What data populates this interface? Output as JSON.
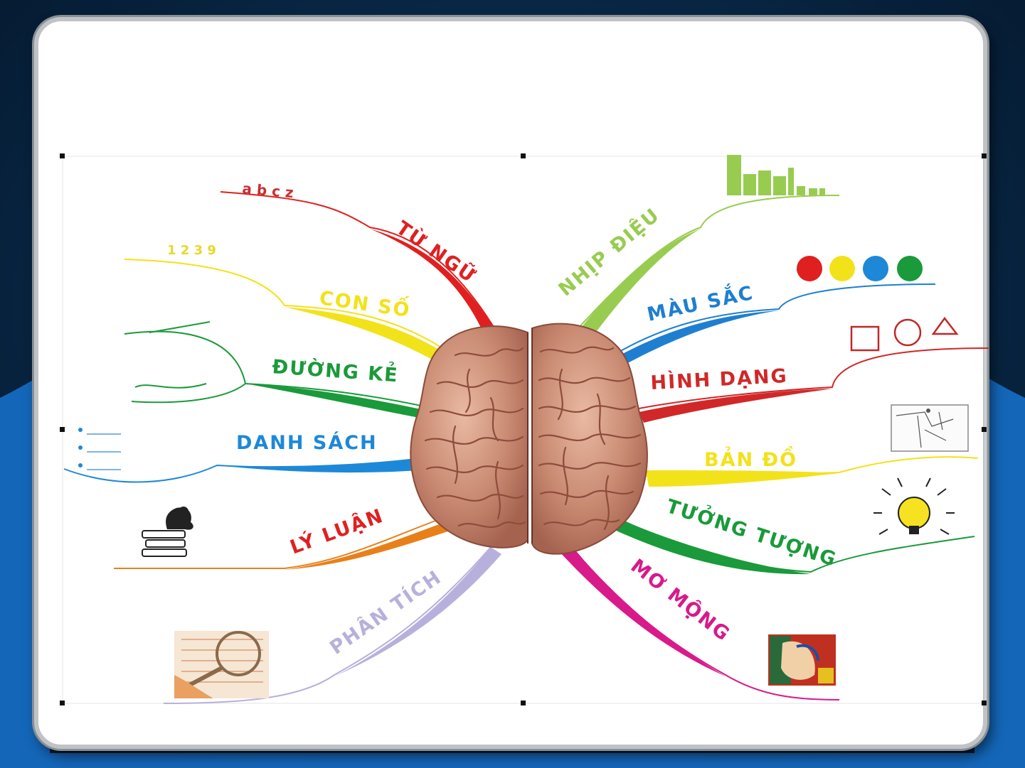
{
  "diagram": {
    "colors": {
      "background_dark": "#0a2a48",
      "background_blue": "#1466b8",
      "card": "#ffffff"
    },
    "left_branches": [
      {
        "id": "tu-ngu",
        "label": "TỪ NGỮ",
        "color": "#e02020",
        "icon": "abc-text",
        "icon_text": "a b c z"
      },
      {
        "id": "con-so",
        "label": "CON SỐ",
        "color": "#f2e21a",
        "icon": "number-text",
        "icon_text": "1 2 3 9"
      },
      {
        "id": "duong-ke",
        "label": "ĐƯỜNG KẺ",
        "color": "#1a9a3a",
        "icon": "wavy-lines-icon"
      },
      {
        "id": "danh-sach",
        "label": "DANH SÁCH",
        "color": "#1e88d8",
        "icon": "bullet-list-icon"
      },
      {
        "id": "ly-luan",
        "label": "LÝ LUẬN",
        "color": "#e8801a",
        "icon": "thinker-books-icon"
      },
      {
        "id": "phan-tich",
        "label": "PHÂN TÍCH",
        "color": "#b8b0dc",
        "icon": "magnifier-icon"
      }
    ],
    "right_branches": [
      {
        "id": "nhip-dieu",
        "label": "NHỊP ĐIỆU",
        "color": "#98cc50",
        "icon": "bar-chart-icon"
      },
      {
        "id": "mau-sac",
        "label": "MÀU SẮC",
        "color": "#1e7fd0",
        "icon": "color-dots-icon"
      },
      {
        "id": "hinh-dang",
        "label": "HÌNH DẠNG",
        "color": "#d02828",
        "icon": "shapes-icon"
      },
      {
        "id": "ban-do",
        "label": "BẢN ĐỒ",
        "color": "#f2e21a",
        "icon": "map-icon"
      },
      {
        "id": "tuong-tuong",
        "label": "TƯỞNG TƯỢNG",
        "color": "#1a9a3a",
        "icon": "lightbulb-icon"
      },
      {
        "id": "mo-mong",
        "label": "MƠ MỘNG",
        "color": "#d81a8a",
        "icon": "painting-icon"
      }
    ],
    "center": {
      "icon": "brain-icon"
    }
  }
}
